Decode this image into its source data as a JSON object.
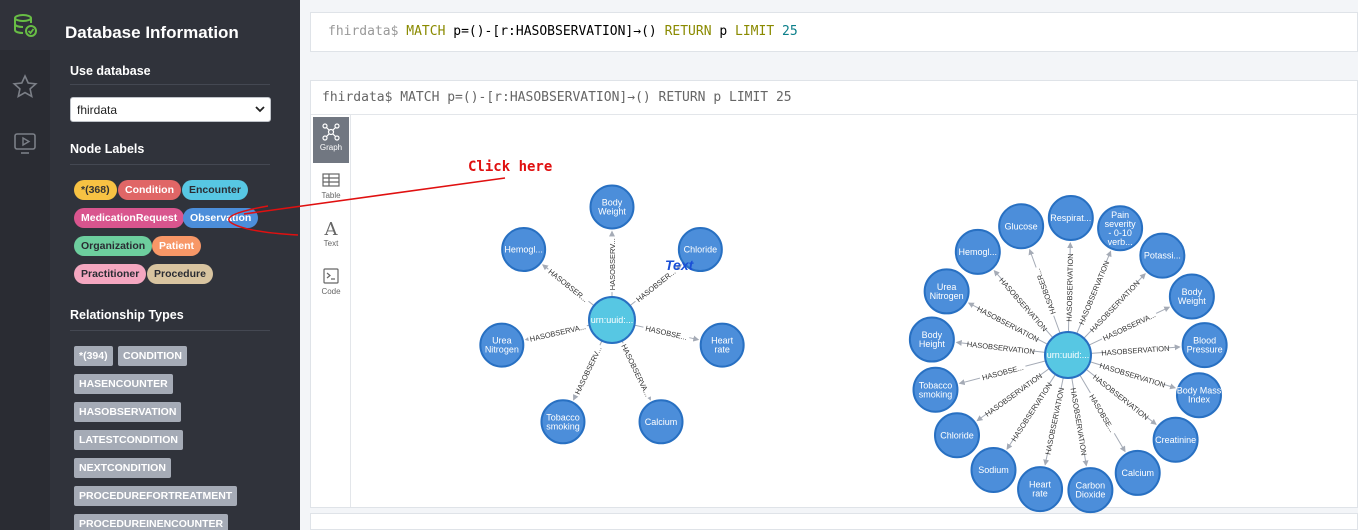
{
  "sidebar": {
    "title": "Database Information",
    "use_database_heading": "Use database",
    "selected_database": "fhirdata",
    "node_labels_heading": "Node Labels",
    "node_labels": [
      {
        "label": "*(368)",
        "color": "#f7c243",
        "text_color": "#333"
      },
      {
        "label": "Condition",
        "color": "#e06666",
        "text_color": "#fff"
      },
      {
        "label": "Encounter",
        "color": "#57c7e3",
        "text_color": "#2a2c33"
      },
      {
        "label": "MedicationRequest",
        "color": "#d9558e",
        "text_color": "#fff"
      },
      {
        "label": "Observation",
        "color": "#4c8eda",
        "text_color": "#fff"
      },
      {
        "label": "Organization",
        "color": "#6dce9e",
        "text_color": "#2a2c33"
      },
      {
        "label": "Patient",
        "color": "#f79767",
        "text_color": "#fff"
      },
      {
        "label": "Practitioner",
        "color": "#f4a7c0",
        "text_color": "#2a2c33"
      },
      {
        "label": "Procedure",
        "color": "#d8c4a0",
        "text_color": "#2a2c33"
      }
    ],
    "relationship_types_heading": "Relationship Types",
    "relationship_types": [
      "*(394)",
      "CONDITION",
      "HASENCOUNTER",
      "HASOBSERVATION",
      "LATESTCONDITION",
      "NEXTCONDITION",
      "PROCEDUREFORTREATMENT",
      "PROCEDUREINENCOUNTER"
    ]
  },
  "iconbar": {
    "items": [
      {
        "icon": "database-icon",
        "active": true,
        "color": "#68bd45"
      },
      {
        "icon": "star-icon",
        "active": false
      },
      {
        "icon": "play-screen-icon",
        "active": false
      }
    ]
  },
  "editor": {
    "prompt": "fhirdata$",
    "kw_match": "MATCH",
    "pattern": "p=()-[r:HASOBSERVATION]→()",
    "kw_return": "RETURN",
    "ret_var": "p",
    "kw_limit": "LIMIT",
    "limit": "25"
  },
  "frame": {
    "query": "fhirdata$ MATCH p=()-[r:HASOBSERVATION]→() RETURN p LIMIT 25",
    "tabs": [
      {
        "label": "Graph",
        "icon": "graph-icon",
        "active": true
      },
      {
        "label": "Table",
        "icon": "table-icon",
        "active": false
      },
      {
        "label": "Text",
        "icon": "text-icon",
        "active": false
      },
      {
        "label": "Code",
        "icon": "code-icon",
        "active": false
      }
    ]
  },
  "graph": {
    "center_color": "#57c7e3",
    "node_color": "#4c8eda",
    "node_border": "#2870c2",
    "rel_type": "HASOBSERVATION",
    "cluster1": {
      "center": "urn:uuid:...",
      "nodes": [
        {
          "label": "Body Weight",
          "edge": "HASOBSERV..."
        },
        {
          "label": "Chloride",
          "edge": "HASOBSER..."
        },
        {
          "label": "Heart rate",
          "edge": "HASOBSE..."
        },
        {
          "label": "Calcium",
          "edge": "HASOBSERVA..."
        },
        {
          "label": "Tobacco smoking",
          "edge": "HASOBSERV..."
        },
        {
          "label": "Urea Nitrogen",
          "edge": "HASOBSERVA..."
        },
        {
          "label": "Hemogl...",
          "edge": "HASOBSER..."
        }
      ]
    },
    "cluster2": {
      "center": "urn:uuid:...",
      "nodes": [
        {
          "label": "Glucose",
          "edge": "HASOBSER..."
        },
        {
          "label": "Respirat...",
          "edge": "HASOBSERVATION"
        },
        {
          "label": "Pain severity - 0-10 verb...",
          "edge": "HASOBSERVATION"
        },
        {
          "label": "Potassi...",
          "edge": "HASOBSERVATION"
        },
        {
          "label": "Body Weight",
          "edge": "HASOBSERVA..."
        },
        {
          "label": "Blood Pressure",
          "edge": "HASOBSERVATION"
        },
        {
          "label": "Body Mass Index",
          "edge": "HASOBSERVATION"
        },
        {
          "label": "Creatinine",
          "edge": "HASOBSERVATION"
        },
        {
          "label": "Calcium",
          "edge": "HASOBSE..."
        },
        {
          "label": "Carbon Dioxide",
          "edge": "HASOBSERVATION"
        },
        {
          "label": "Heart rate",
          "edge": "HASOBSERVATION"
        },
        {
          "label": "Sodium",
          "edge": "HASOBSERVATION"
        },
        {
          "label": "Chloride",
          "edge": "HASOBSERVATION"
        },
        {
          "label": "Tobacco smoking",
          "edge": "HASOBSE..."
        },
        {
          "label": "Body Height",
          "edge": "HASOBSERVATION"
        },
        {
          "label": "Urea Nitrogen",
          "edge": "HASOBSERVATION"
        },
        {
          "label": "Hemogl...",
          "edge": "HASOBSERVATION"
        }
      ]
    }
  },
  "annotations": {
    "click_here": "Click here",
    "click_here_color": "#e01010",
    "text_label": "Text",
    "text_label_color": "#1a4fd6"
  }
}
